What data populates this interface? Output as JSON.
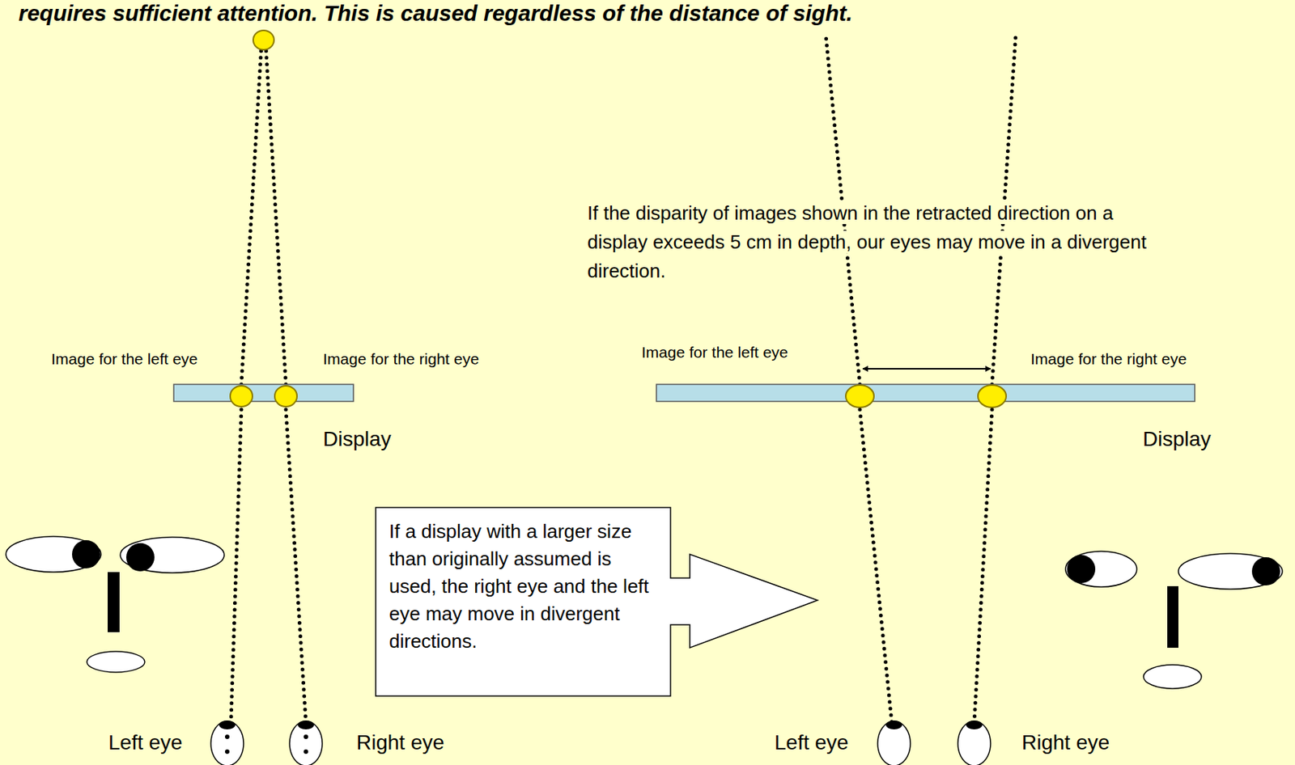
{
  "diagram": {
    "nodes": [
      {
        "text": [
          "If a display with a larger size than originally assumed is used, the right eye and the left eye may move in divergent directions."
        ]
      }
    ],
    "labels": [
      "requires sufficient attention. This is caused regardless of the distance of sight.",
      "If the disparity of images shown in the retracted direction on a display exceeds 5 cm in depth, our eyes may move in a divergent direction.",
      "Image for the left eye",
      "Image for the right eye",
      "Display",
      "Image for the left eye",
      "Image for the right eye",
      "Display",
      "Left eye",
      "Right eye",
      "Left eye",
      "Right eye"
    ]
  }
}
